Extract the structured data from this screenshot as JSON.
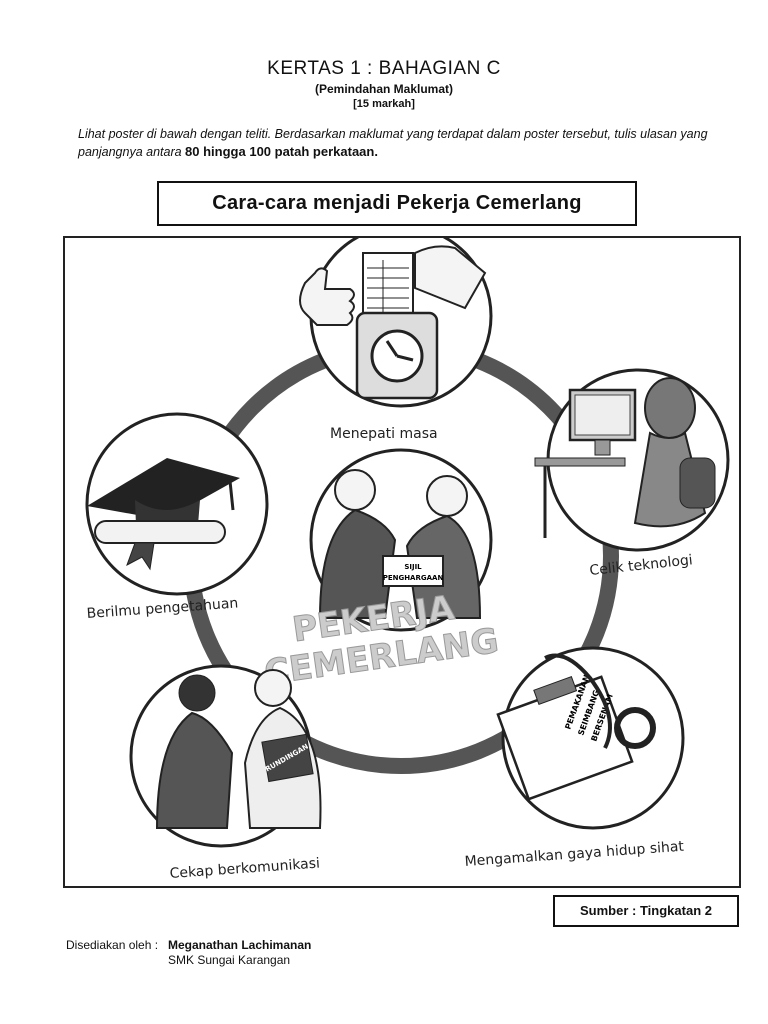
{
  "header": {
    "title": "KERTAS 1 : BAHAGIAN C",
    "subtitle": "(Pemindahan Maklumat)",
    "marks": "[15 markah]"
  },
  "instruction": {
    "part1": "Lihat poster di bawah dengan teliti. Berdasarkan maklumat yang terdapat dalam poster tersebut, tulis ulasan yang panjangnya antara",
    "part2": "80 hingga 100 patah perkataan."
  },
  "poster": {
    "title": "Cara-cara menjadi Pekerja Cemerlang",
    "center_label_line1": "PEKERJA",
    "center_label_line2": "CEMERLANG",
    "certificate_line1": "SIJIL",
    "certificate_line2": "PENGHARGAAN",
    "book_label": "RUNDINGAN",
    "clipboard_line1": "PEMAKANAN",
    "clipboard_line2": "SEIMBANG",
    "clipboard_line3": "BERSENAM",
    "captions": {
      "top": "Menepati masa",
      "right_top": "Celik teknologi",
      "left_top": "Berilmu pengetahuan",
      "left_bottom": "Cekap berkomunikasi",
      "right_bottom": "Mengamalkan gaya hidup sihat"
    }
  },
  "source": "Sumber : Tingkatan 2",
  "footer": {
    "label": "Disediakan oleh :",
    "name": "Meganathan Lachimanan",
    "school": "SMK Sungai Karangan"
  }
}
